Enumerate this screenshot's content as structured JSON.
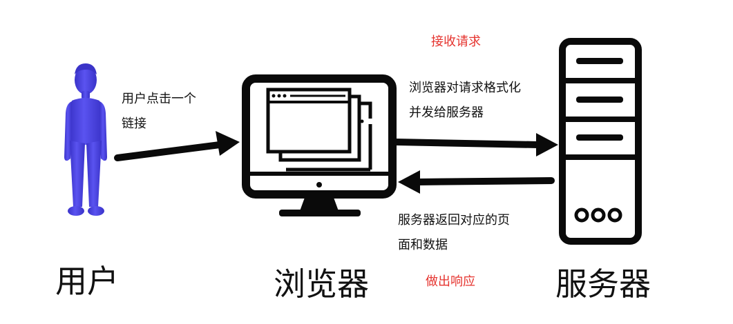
{
  "colors": {
    "person": "#4f48e6",
    "line": "#0a0a0a",
    "annotation": "#e5322d",
    "text": "#111111"
  },
  "icons": {
    "user": "person-figure-icon",
    "browser": "desktop-monitor-icon",
    "server": "server-tower-icon"
  },
  "labels": {
    "user": "用户",
    "browser": "浏览器",
    "server": "服务器"
  },
  "annotations": {
    "receive_request": "接收请求",
    "respond": "做出响应"
  },
  "descriptions": {
    "user_click_line1": "用户点击一个",
    "user_click_line2": "链接",
    "browser_format_line1": "浏览器对请求格式化",
    "browser_format_line2": "并发给服务器",
    "server_return_line1": "服务器返回对应的页",
    "server_return_line2": "面和数据"
  }
}
